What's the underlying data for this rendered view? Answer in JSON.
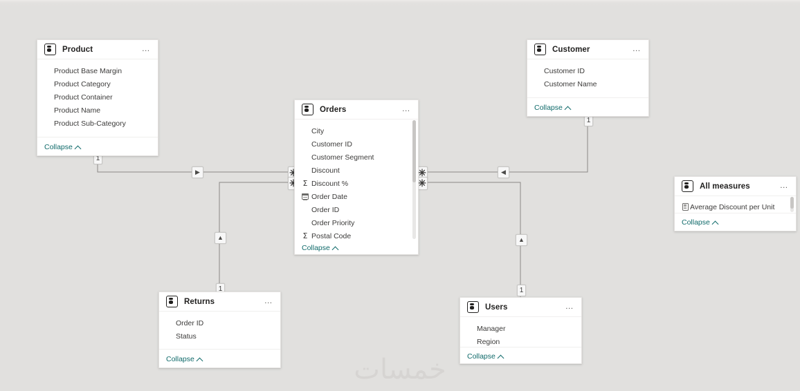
{
  "app": {
    "view": "power-bi-model-view",
    "watermark": "خمسات",
    "background_color": "#e1e0de",
    "card_background": "#ffffff",
    "link_color": "#0f6a6a"
  },
  "tables": [
    {
      "id": "product",
      "name": "Product",
      "icon": "table-icon",
      "menu_label": "…",
      "collapse_label": "Collapse",
      "fields": [
        {
          "label": "Product Base Margin",
          "icon": ""
        },
        {
          "label": "Product Category",
          "icon": ""
        },
        {
          "label": "Product Container",
          "icon": ""
        },
        {
          "label": "Product Name",
          "icon": ""
        },
        {
          "label": "Product Sub-Category",
          "icon": ""
        }
      ]
    },
    {
      "id": "customer",
      "name": "Customer",
      "icon": "table-icon",
      "menu_label": "…",
      "collapse_label": "Collapse",
      "fields": [
        {
          "label": "Customer ID",
          "icon": ""
        },
        {
          "label": "Customer Name",
          "icon": ""
        }
      ]
    },
    {
      "id": "orders",
      "name": "Orders",
      "icon": "table-icon",
      "menu_label": "…",
      "collapse_label": "Collapse",
      "has_scrollbar": true,
      "fields": [
        {
          "label": "City",
          "icon": ""
        },
        {
          "label": "Customer ID",
          "icon": ""
        },
        {
          "label": "Customer Segment",
          "icon": ""
        },
        {
          "label": "Discount",
          "icon": ""
        },
        {
          "label": "Discount %",
          "icon": "sigma-icon"
        },
        {
          "label": "Order Date",
          "icon": "calendar-icon"
        },
        {
          "label": "Order ID",
          "icon": ""
        },
        {
          "label": "Order Priority",
          "icon": ""
        },
        {
          "label": "Postal Code",
          "icon": "sigma-icon"
        }
      ]
    },
    {
      "id": "all-measures",
      "name": "All measures",
      "icon": "table-icon",
      "menu_label": "…",
      "collapse_label": "Collapse",
      "has_scrollbar": true,
      "fields": [
        {
          "label": "Average Discount per Unit",
          "icon": "measure-icon"
        }
      ]
    },
    {
      "id": "returns",
      "name": "Returns",
      "icon": "table-icon",
      "menu_label": "…",
      "collapse_label": "Collapse",
      "fields": [
        {
          "label": "Order ID",
          "icon": ""
        },
        {
          "label": "Status",
          "icon": ""
        }
      ]
    },
    {
      "id": "users",
      "name": "Users",
      "icon": "table-icon",
      "menu_label": "…",
      "collapse_label": "Collapse",
      "fields": [
        {
          "label": "Manager",
          "icon": ""
        },
        {
          "label": "Region",
          "icon": ""
        }
      ]
    }
  ],
  "relationships": [
    {
      "id": "product-orders",
      "from": "Product",
      "to": "Orders",
      "from_cardinality": "1",
      "to_cardinality": "*",
      "direction": "right"
    },
    {
      "id": "customer-orders",
      "from": "Customer",
      "to": "Orders",
      "from_cardinality": "1",
      "to_cardinality": "*",
      "direction": "left"
    },
    {
      "id": "returns-orders",
      "from": "Returns",
      "to": "Orders",
      "from_cardinality": "1",
      "to_cardinality": "*",
      "direction": "up"
    },
    {
      "id": "users-orders",
      "from": "Users",
      "to": "Orders",
      "from_cardinality": "1",
      "to_cardinality": "*",
      "direction": "up"
    }
  ],
  "markers": {
    "one": "1",
    "many": "✳",
    "arrow_right": "▶",
    "arrow_left": "◀",
    "arrow_up": "▲"
  }
}
